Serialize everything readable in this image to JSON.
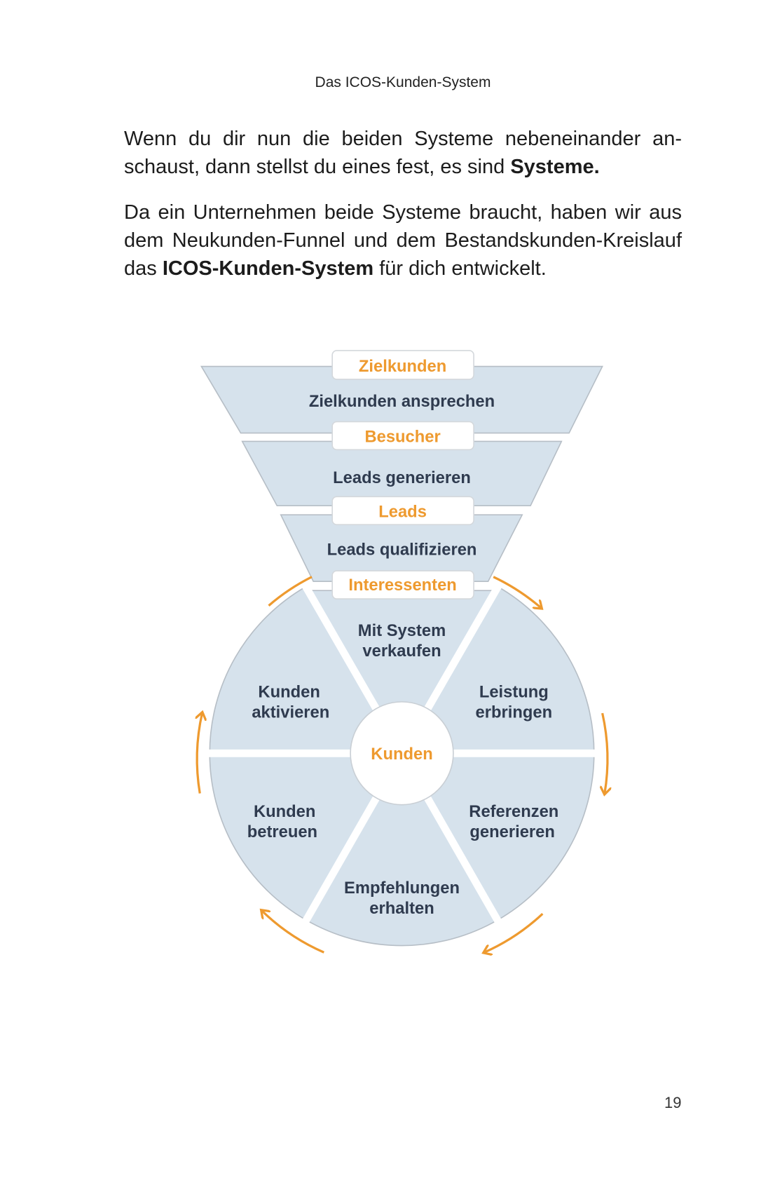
{
  "header": {
    "running_title": "Das ICOS-Kunden-System"
  },
  "paragraphs": {
    "p1_text": "Wenn du dir nun die beiden Systeme nebeneinander an­schaust, dann stellst du eines fest, es sind ",
    "p1_bold": "Systeme.",
    "p2_text_a": "Da ein Unternehmen beide Systeme braucht, haben wir aus dem Neukunden-Funnel und dem Bestandskunden-Kreislauf das ",
    "p2_bold": "ICOS-Kunden-System",
    "p2_text_b": " für dich entwickelt."
  },
  "diagram": {
    "funnel": [
      {
        "stage": "Zielkunden",
        "action": "Zielkunden ansprechen"
      },
      {
        "stage": "Besucher",
        "action": "Leads generieren"
      },
      {
        "stage": "Leads",
        "action": "Leads qualifizieren"
      },
      {
        "stage": "Interessenten"
      }
    ],
    "cycle": {
      "center": "Kunden",
      "segments": [
        {
          "l1": "Mit System",
          "l2": "verkaufen"
        },
        {
          "l1": "Leistung",
          "l2": "erbringen"
        },
        {
          "l1": "Referenzen",
          "l2": "generieren"
        },
        {
          "l1": "Empfehlungen",
          "l2": "erhalten"
        },
        {
          "l1": "Kunden",
          "l2": "betreuen"
        },
        {
          "l1": "Kunden",
          "l2": "aktivieren"
        }
      ]
    },
    "colors": {
      "segment": "#d6e2ec",
      "accent": "#ee9a2f",
      "text": "#2f3b4f"
    }
  },
  "footer": {
    "page_number": "19"
  }
}
